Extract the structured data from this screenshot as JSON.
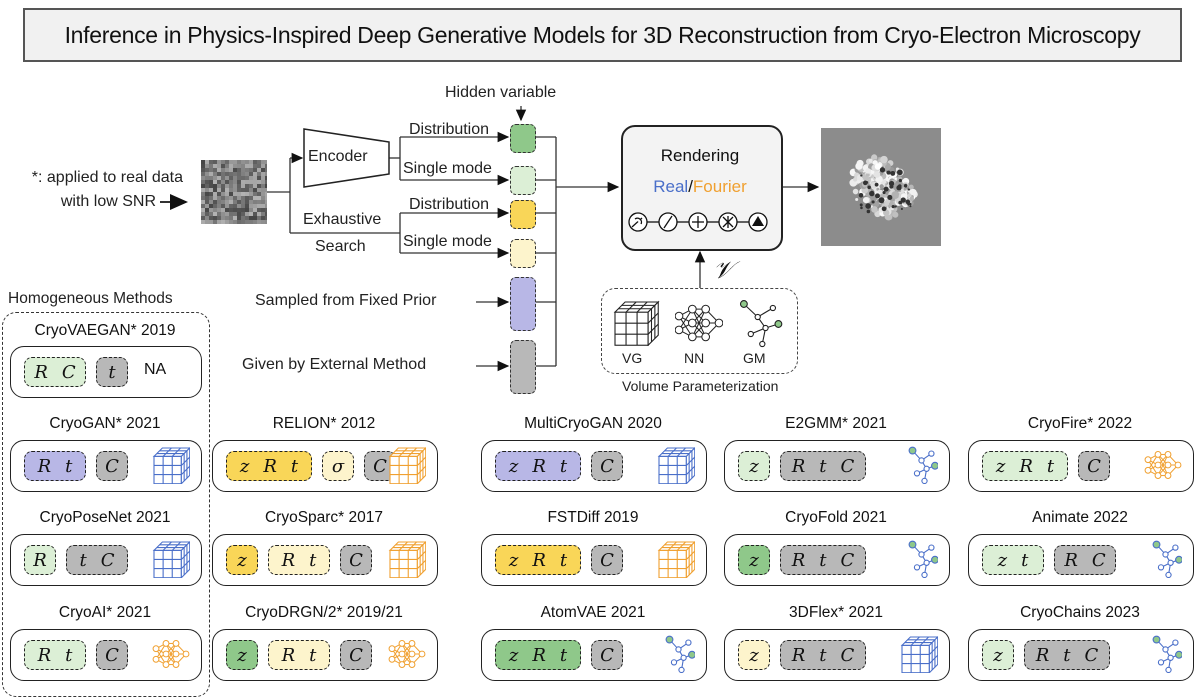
{
  "title": "Inference in Physics-Inspired Deep Generative Models for 3D Reconstruction from Cryo-Electron Microscopy",
  "colors": {
    "green_dark": "#8fc88a",
    "green_light": "#dcefd6",
    "yellow_dark": "#f9d658",
    "yellow_light": "#fdf4cc",
    "purple": "#b8b7e6",
    "gray": "#b8b8b8",
    "real": "#4a6fc9",
    "fourier": "#f0a030"
  },
  "pipeline": {
    "note_line1": "*: applied to real data",
    "note_line2": "with low SNR",
    "hidden_variable": "Hidden variable",
    "encoder": "Encoder",
    "exhaustive_line1": "Exhaustive",
    "exhaustive_line2": "Search",
    "distribution": "Distribution",
    "single_mode": "Single mode",
    "sampled_prior": "Sampled from Fixed Prior",
    "external_method": "Given by External Method",
    "rendering": "Rendering",
    "real": "Real",
    "slash": "/",
    "fourier": "Fourier",
    "v_symbol": "𝒱",
    "vg": "VG",
    "nn": "NN",
    "gm": "GM",
    "volume_param": "Volume Parameterization"
  },
  "homogeneous_title": "Homogeneous Methods",
  "homogeneous": [
    {
      "name": "CryoVAEGAN* 2019",
      "vars": [
        [
          "R C",
          "green_light"
        ],
        [
          "t",
          "gray"
        ]
      ],
      "vol": "NA"
    },
    {
      "name": "CryoGAN* 2021",
      "vars": [
        [
          "R t",
          "purple"
        ],
        [
          "C",
          "gray"
        ]
      ],
      "vol": "grid-blue"
    },
    {
      "name": "CryoPoseNet 2021",
      "vars": [
        [
          "R",
          "green_light"
        ],
        [
          "t C",
          "gray"
        ]
      ],
      "vol": "grid-blue"
    },
    {
      "name": "CryoAI* 2021",
      "vars": [
        [
          "R t",
          "green_light"
        ],
        [
          "C",
          "gray"
        ]
      ],
      "vol": "nn-orange"
    }
  ],
  "methods": [
    {
      "name": "RELION* 2012",
      "vars": [
        [
          "z R t",
          "yellow_dark"
        ],
        [
          "σ",
          "yellow_light"
        ],
        [
          "C",
          "gray"
        ]
      ],
      "vol": "grid-orange"
    },
    {
      "name": "MultiCryoGAN 2020",
      "vars": [
        [
          "z R t",
          "purple"
        ],
        [
          "C",
          "gray"
        ]
      ],
      "vol": "grid-blue"
    },
    {
      "name": "E2GMM* 2021",
      "vars": [
        [
          "z",
          "green_light"
        ],
        [
          "R t C",
          "gray"
        ]
      ],
      "vol": "gm"
    },
    {
      "name": "CryoFire* 2022",
      "vars": [
        [
          "z R t",
          "green_light"
        ],
        [
          "C",
          "gray"
        ]
      ],
      "vol": "nn-orange"
    },
    {
      "name": "CryoSparc* 2017",
      "vars": [
        [
          "z",
          "yellow_dark"
        ],
        [
          "R t",
          "yellow_light"
        ],
        [
          "C",
          "gray"
        ]
      ],
      "vol": "grid-orange"
    },
    {
      "name": "FSTDiff 2019",
      "vars": [
        [
          "z R t",
          "yellow_dark"
        ],
        [
          "C",
          "gray"
        ]
      ],
      "vol": "grid-orange"
    },
    {
      "name": "CryoFold 2021",
      "vars": [
        [
          "z",
          "green_dark"
        ],
        [
          "R t C",
          "gray"
        ]
      ],
      "vol": "gm"
    },
    {
      "name": "Animate 2022",
      "vars": [
        [
          "z t",
          "green_light"
        ],
        [
          "R C",
          "gray"
        ]
      ],
      "vol": "gm"
    },
    {
      "name": "CryoDRGN/2* 2019/21",
      "vars": [
        [
          "z",
          "green_dark"
        ],
        [
          "R t",
          "yellow_light"
        ],
        [
          "C",
          "gray"
        ]
      ],
      "vol": "nn-orange"
    },
    {
      "name": "AtomVAE 2021",
      "vars": [
        [
          "z R t",
          "green_dark"
        ],
        [
          "C",
          "gray"
        ]
      ],
      "vol": "gm"
    },
    {
      "name": "3DFlex* 2021",
      "vars": [
        [
          "z",
          "yellow_light"
        ],
        [
          "R t C",
          "gray"
        ]
      ],
      "vol": "grid-blue"
    },
    {
      "name": "CryoChains 2023",
      "vars": [
        [
          "z",
          "green_light"
        ],
        [
          "R t C",
          "gray"
        ]
      ],
      "vol": "gm"
    }
  ]
}
